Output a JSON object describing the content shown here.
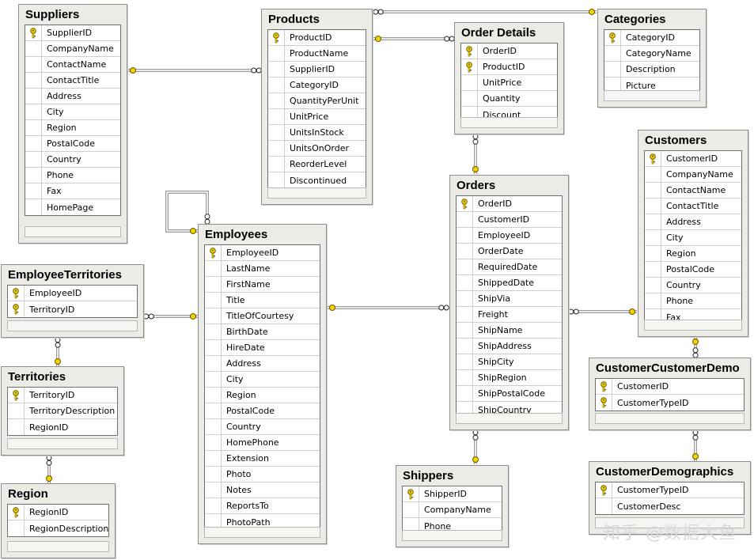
{
  "tables": [
    {
      "name": "Suppliers",
      "columns": [
        {
          "name": "SupplierID",
          "pk": true
        },
        {
          "name": "CompanyName"
        },
        {
          "name": "ContactName"
        },
        {
          "name": "ContactTitle"
        },
        {
          "name": "Address"
        },
        {
          "name": "City"
        },
        {
          "name": "Region"
        },
        {
          "name": "PostalCode"
        },
        {
          "name": "Country"
        },
        {
          "name": "Phone"
        },
        {
          "name": "Fax"
        },
        {
          "name": "HomePage"
        }
      ]
    },
    {
      "name": "Products",
      "columns": [
        {
          "name": "ProductID",
          "pk": true
        },
        {
          "name": "ProductName"
        },
        {
          "name": "SupplierID"
        },
        {
          "name": "CategoryID"
        },
        {
          "name": "QuantityPerUnit"
        },
        {
          "name": "UnitPrice"
        },
        {
          "name": "UnitsInStock"
        },
        {
          "name": "UnitsOnOrder"
        },
        {
          "name": "ReorderLevel"
        },
        {
          "name": "Discontinued"
        }
      ]
    },
    {
      "name": "Order Details",
      "columns": [
        {
          "name": "OrderID",
          "pk": true
        },
        {
          "name": "ProductID",
          "pk": true
        },
        {
          "name": "UnitPrice"
        },
        {
          "name": "Quantity"
        },
        {
          "name": "Discount"
        }
      ]
    },
    {
      "name": "Categories",
      "columns": [
        {
          "name": "CategoryID",
          "pk": true
        },
        {
          "name": "CategoryName"
        },
        {
          "name": "Description"
        },
        {
          "name": "Picture"
        }
      ]
    },
    {
      "name": "Customers",
      "columns": [
        {
          "name": "CustomerID",
          "pk": true
        },
        {
          "name": "CompanyName"
        },
        {
          "name": "ContactName"
        },
        {
          "name": "ContactTitle"
        },
        {
          "name": "Address"
        },
        {
          "name": "City"
        },
        {
          "name": "Region"
        },
        {
          "name": "PostalCode"
        },
        {
          "name": "Country"
        },
        {
          "name": "Phone"
        },
        {
          "name": "Fax"
        }
      ]
    },
    {
      "name": "Orders",
      "columns": [
        {
          "name": "OrderID",
          "pk": true
        },
        {
          "name": "CustomerID"
        },
        {
          "name": "EmployeeID"
        },
        {
          "name": "OrderDate"
        },
        {
          "name": "RequiredDate"
        },
        {
          "name": "ShippedDate"
        },
        {
          "name": "ShipVia"
        },
        {
          "name": "Freight"
        },
        {
          "name": "ShipName"
        },
        {
          "name": "ShipAddress"
        },
        {
          "name": "ShipCity"
        },
        {
          "name": "ShipRegion"
        },
        {
          "name": "ShipPostalCode"
        },
        {
          "name": "ShipCountry"
        }
      ]
    },
    {
      "name": "Employees",
      "columns": [
        {
          "name": "EmployeeID",
          "pk": true
        },
        {
          "name": "LastName"
        },
        {
          "name": "FirstName"
        },
        {
          "name": "Title"
        },
        {
          "name": "TitleOfCourtesy"
        },
        {
          "name": "BirthDate"
        },
        {
          "name": "HireDate"
        },
        {
          "name": "Address"
        },
        {
          "name": "City"
        },
        {
          "name": "Region"
        },
        {
          "name": "PostalCode"
        },
        {
          "name": "Country"
        },
        {
          "name": "HomePhone"
        },
        {
          "name": "Extension"
        },
        {
          "name": "Photo"
        },
        {
          "name": "Notes"
        },
        {
          "name": "ReportsTo"
        },
        {
          "name": "PhotoPath"
        }
      ]
    },
    {
      "name": "EmployeeTerritories",
      "columns": [
        {
          "name": "EmployeeID",
          "pk": true
        },
        {
          "name": "TerritoryID",
          "pk": true
        }
      ]
    },
    {
      "name": "Territories",
      "columns": [
        {
          "name": "TerritoryID",
          "pk": true
        },
        {
          "name": "TerritoryDescription"
        },
        {
          "name": "RegionID"
        }
      ]
    },
    {
      "name": "Region",
      "columns": [
        {
          "name": "RegionID",
          "pk": true
        },
        {
          "name": "RegionDescription"
        }
      ]
    },
    {
      "name": "Shippers",
      "columns": [
        {
          "name": "ShipperID",
          "pk": true
        },
        {
          "name": "CompanyName"
        },
        {
          "name": "Phone"
        }
      ]
    },
    {
      "name": "CustomerCustomerDemo",
      "columns": [
        {
          "name": "CustomerID",
          "pk": true
        },
        {
          "name": "CustomerTypeID",
          "pk": true
        }
      ]
    },
    {
      "name": "CustomerDemographics",
      "columns": [
        {
          "name": "CustomerTypeID",
          "pk": true
        },
        {
          "name": "CustomerDesc"
        }
      ]
    }
  ],
  "relationships": [
    {
      "one": "Suppliers",
      "many": "Products"
    },
    {
      "one": "Categories",
      "many": "Products"
    },
    {
      "one": "Products",
      "many": "Order Details"
    },
    {
      "one": "Orders",
      "many": "Order Details"
    },
    {
      "one": "Employees",
      "many": "Employees"
    },
    {
      "one": "Employees",
      "many": "EmployeeTerritories"
    },
    {
      "one": "Employees",
      "many": "Orders"
    },
    {
      "one": "Customers",
      "many": "Orders"
    },
    {
      "one": "Shippers",
      "many": "Orders"
    },
    {
      "one": "Territories",
      "many": "EmployeeTerritories"
    },
    {
      "one": "Region",
      "many": "Territories"
    },
    {
      "one": "Customers",
      "many": "CustomerCustomerDemo"
    },
    {
      "one": "CustomerDemographics",
      "many": "CustomerCustomerDemo"
    }
  ],
  "colors": {
    "key": "#f2d300",
    "line": "#8a8a8a",
    "panel": "#ecebe6"
  },
  "watermark": "知乎 @数据大鱼"
}
